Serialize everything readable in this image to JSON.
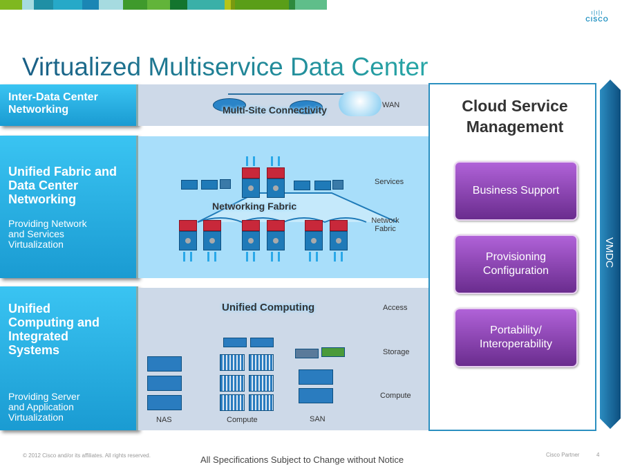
{
  "header": {
    "brand_colors": [
      "#7fb820",
      "#a6dbe0",
      "#1f8fa5",
      "#26a9c8",
      "#1b86b4",
      "#a6dbe0",
      "#3f9a2c",
      "#62b43a",
      "#13752e",
      "#3ab0a8",
      "#b5c41a",
      "#7a9a10",
      "#5a9e18",
      "#2e8a3e",
      "#5fbe8a"
    ],
    "logo": "CISCO"
  },
  "title": "Virtualized Multiservice Data Center",
  "left_panels": [
    {
      "heading": "Inter-Data Center Networking",
      "sub": ""
    },
    {
      "heading": "Unified Fabric and Data Center Networking",
      "sub": "Providing Network and Services Virtualization"
    },
    {
      "heading": "Unified Computing and Integrated Systems",
      "sub": "Providing Server and Application Virtualization"
    }
  ],
  "diagram": {
    "wan_label": "WAN",
    "multisite_label": "Multi-Site Connectivity",
    "services_label": "Services",
    "network_fabric_label": "Network Fabric",
    "networking_fabric_label": "Networking Fabric",
    "unified_computing_label": "Unified Computing",
    "access_label": "Access",
    "storage_label": "Storage",
    "compute_label": "Compute",
    "nas_label": "NAS",
    "compute_dev_label": "Compute",
    "san_label": "SAN"
  },
  "right": {
    "title": "Cloud Service Management",
    "buttons": [
      "Business Support",
      "Provisioning Configuration",
      "Portability/ Interoperability"
    ],
    "arrow_label": "VMDC"
  },
  "footer": {
    "copyright": "© 2012 Cisco and/or its affiliates. All rights reserved.",
    "notice": "All Specifications Subject to Change without Notice",
    "partner": "Cisco Partner",
    "page": "4"
  }
}
